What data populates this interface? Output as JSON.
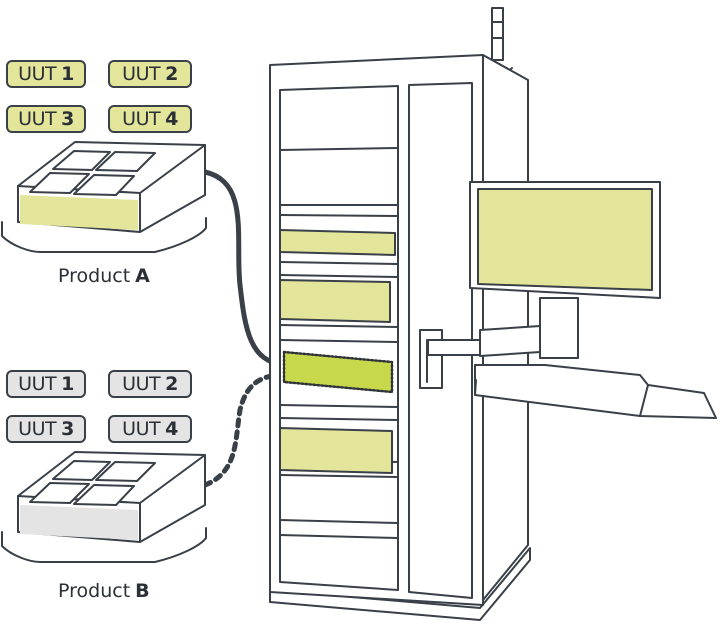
{
  "colors": {
    "stroke": "#3a4048",
    "highlight": "#e2e59a",
    "connector": "#c7d84a",
    "inactive": "#e4e4e4",
    "background": "#ffffff"
  },
  "product_a": {
    "label": "Product",
    "letter": "A",
    "uuts": [
      {
        "prefix": "UUT",
        "num": "1"
      },
      {
        "prefix": "UUT",
        "num": "2"
      },
      {
        "prefix": "UUT",
        "num": "3"
      },
      {
        "prefix": "UUT",
        "num": "4"
      }
    ]
  },
  "product_b": {
    "label": "Product",
    "letter": "B",
    "uuts": [
      {
        "prefix": "UUT",
        "num": "1"
      },
      {
        "prefix": "UUT",
        "num": "2"
      },
      {
        "prefix": "UUT",
        "num": "3"
      },
      {
        "prefix": "UUT",
        "num": "4"
      }
    ]
  }
}
